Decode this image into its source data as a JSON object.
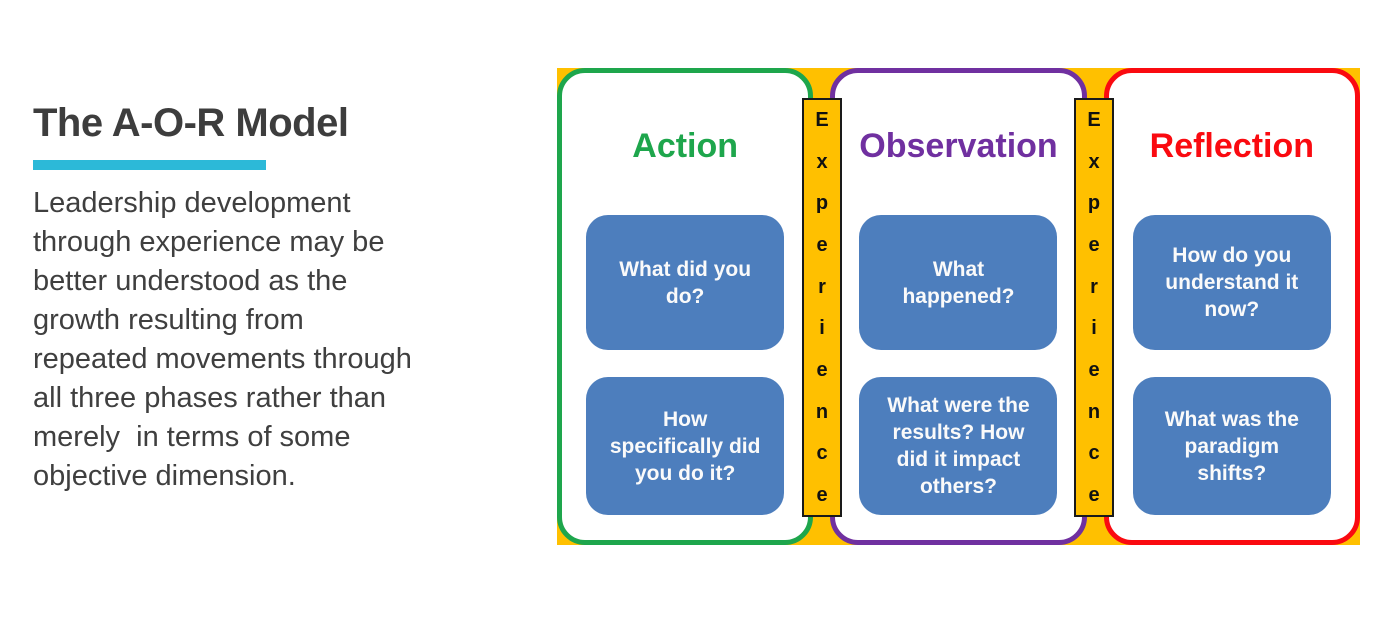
{
  "left_panel": {
    "title": "The A-O-R Model",
    "underline_color": "#2cb9d8",
    "paragraph": "Leadership development\nthrough experience may be\nbetter understood as the\ngrowth resulting from\nrepeated movements through\nall three phases rather than\nmerely  in terms of some\nobjective dimension.",
    "text_color": "#3f3f3f"
  },
  "diagram": {
    "background_color": "#ffc000",
    "question_box_color": "#4d7ebd",
    "experience_letters": [
      "E",
      "x",
      "p",
      "e",
      "r",
      "i",
      "e",
      "n",
      "c",
      "e"
    ],
    "columns": [
      {
        "title": "Action",
        "color": "#1ea64c",
        "box1": "What did you\ndo?",
        "box2": "How\nspecifically did\nyou do it?"
      },
      {
        "title": "Observation",
        "color": "#7030a0",
        "box1": "What\nhappened?",
        "box2": "What were the\nresults? How\ndid it impact\nothers?"
      },
      {
        "title": "Reflection",
        "color": "#fa0a10",
        "box1": "How do you\nunderstand it\nnow?",
        "box2": "What was the\nparadigm\nshifts?"
      }
    ]
  }
}
